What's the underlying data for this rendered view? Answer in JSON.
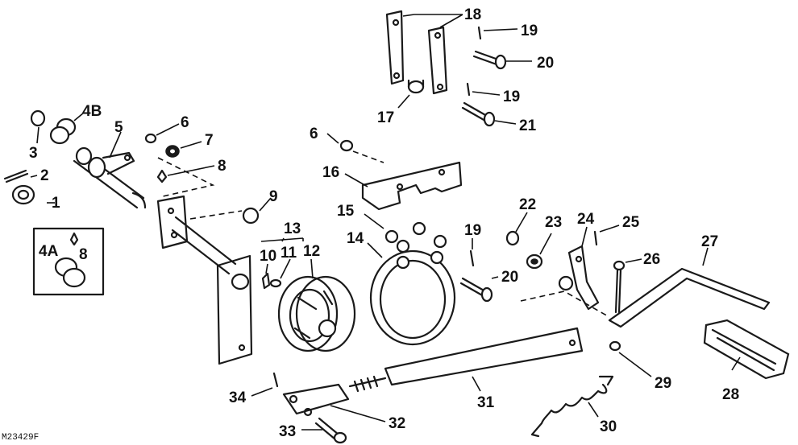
{
  "callouts": [
    "1",
    "2",
    "3",
    "4B",
    "4A",
    "5",
    "6",
    "7",
    "8",
    "9",
    "10",
    "11",
    "12",
    "13",
    "14",
    "15",
    "16",
    "17",
    "18",
    "19",
    "20",
    "21",
    "22",
    "23",
    "24",
    "25",
    "26",
    "27",
    "28",
    "29",
    "30",
    "31",
    "32",
    "33",
    "34"
  ],
  "doc_id": "M23429F"
}
